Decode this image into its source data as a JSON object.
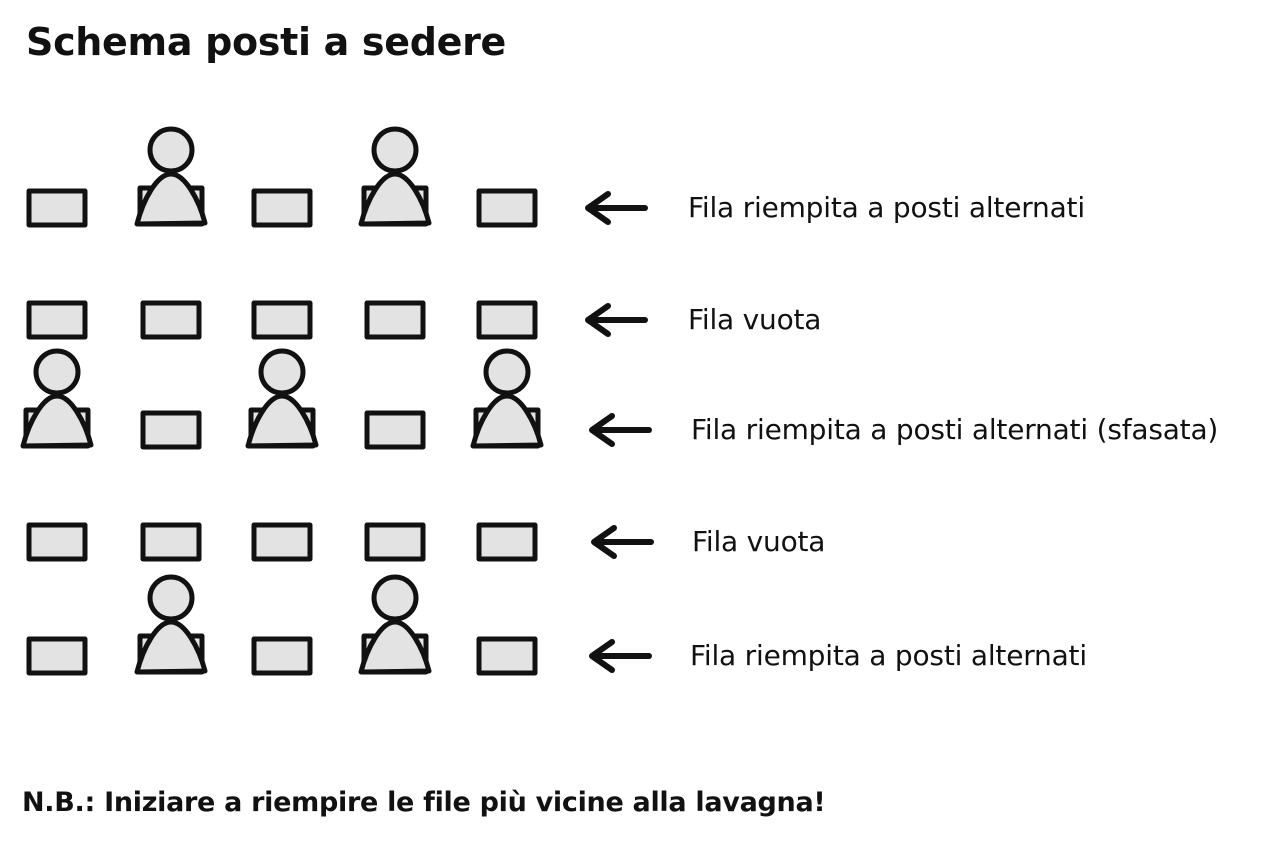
{
  "title": "Schema posti a sedere",
  "colors": {
    "stroke": "#111111",
    "fill": "#e3e3e3"
  },
  "icons": {
    "desk": "desk-icon",
    "student": "student-icon",
    "arrow": "arrow-left-icon"
  },
  "rows": [
    {
      "label": "Fila riempita a posti alternati",
      "seats": [
        "empty",
        "occupied",
        "empty",
        "occupied",
        "empty"
      ]
    },
    {
      "label": "Fila vuota",
      "seats": [
        "empty",
        "empty",
        "empty",
        "empty",
        "empty"
      ]
    },
    {
      "label": "Fila riempita a posti alternati (sfasata)",
      "seats": [
        "occupied",
        "empty",
        "occupied",
        "empty",
        "occupied"
      ]
    },
    {
      "label": "Fila vuota",
      "seats": [
        "empty",
        "empty",
        "empty",
        "empty",
        "empty"
      ]
    },
    {
      "label": "Fila riempita a posti alternati",
      "seats": [
        "empty",
        "occupied",
        "empty",
        "occupied",
        "empty"
      ]
    }
  ],
  "footnote": "N.B.: Iniziare a riempire le file più vicine alla lavagna!"
}
